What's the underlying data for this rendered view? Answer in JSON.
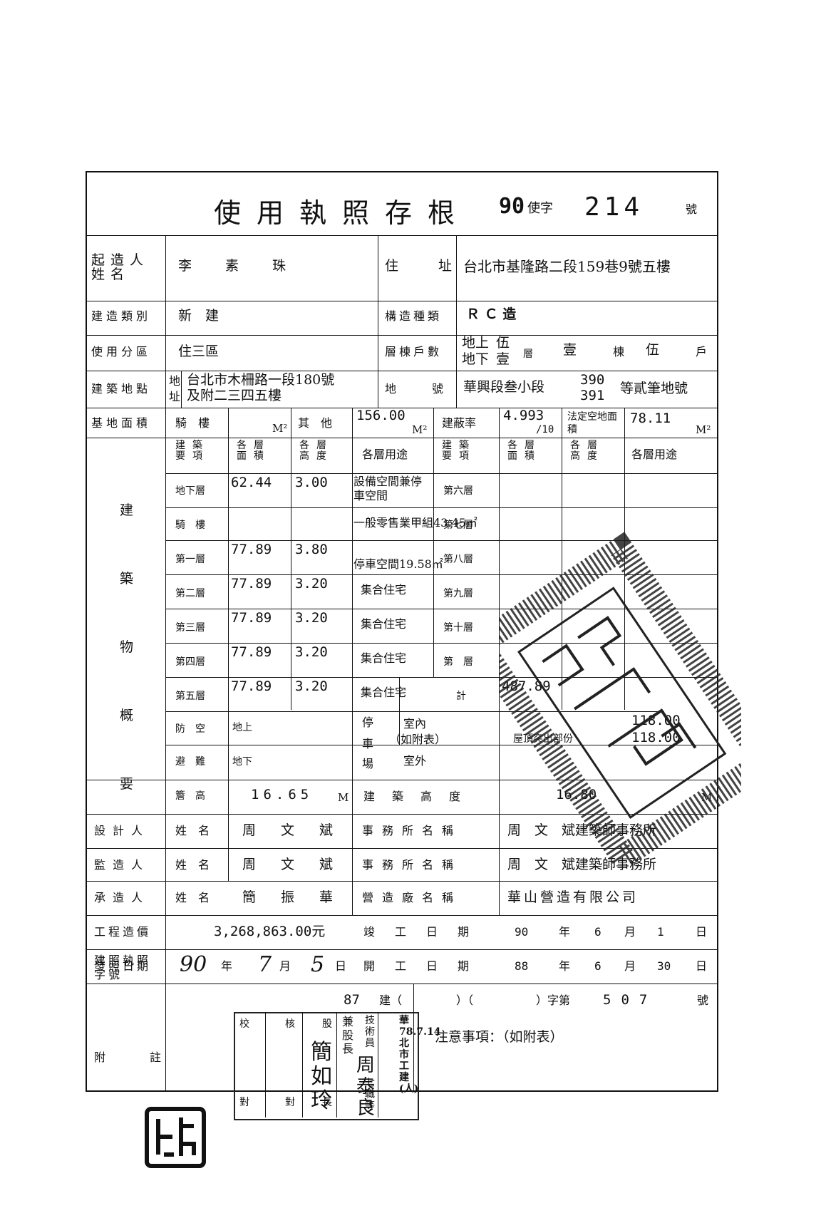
{
  "title": "使用執照存根",
  "permit_year": "90",
  "permit_char": "使字",
  "permit_no": "214",
  "permit_suffix": "號",
  "applicant": {
    "label": "起造人姓名",
    "name": "李　素　珠",
    "addr_label": "住　　址",
    "address": "台北市基隆路二段159巷9號五樓"
  },
  "build_type": {
    "label": "建造類別",
    "value": "新　建",
    "struct_label": "構造種類",
    "struct_value": "Ｒ Ｃ 造"
  },
  "zoning": {
    "label": "使用分區",
    "value": "住三區",
    "floors_label": "層棟戶數",
    "above": "地上",
    "above_n": "伍",
    "below": "地下",
    "below_n": "壹",
    "floor_unit": "層",
    "building_n": "壹",
    "building_unit": "棟",
    "household_n": "伍",
    "household_unit": "戶"
  },
  "location": {
    "label": "建築地點",
    "addr_tag": "地址",
    "address_l1": "台北市木柵路一段180號",
    "address_l2": "及附二三四五樓",
    "lot_label": "地　　號",
    "lot_text": "華興段叁小段",
    "lot_no1": "390",
    "lot_no2": "391",
    "lot_suffix": "等貳筆地號"
  },
  "site": {
    "label": "基地面積",
    "arcade": "騎　樓",
    "other": "其　他",
    "other_val": "156.00",
    "coverage_label": "建蔽率",
    "coverage_val": "4.993",
    "coverage_den": "/10",
    "open_label": "法定空地面積",
    "open_val": "78.11",
    "unit_m2": "M²"
  },
  "floors_header": {
    "item": "建築要項",
    "area": "各層面積",
    "height": "各層高度",
    "use": "各層用途"
  },
  "side_label": "建築物概要",
  "floors_left": [
    {
      "name": "地下層",
      "area": "62.44",
      "height": "3.00",
      "use": "設備空間兼停車空間"
    },
    {
      "name": "騎　樓",
      "area": "",
      "height": "",
      "use": "一般零售業甲組43.45㎡"
    },
    {
      "name": "第一層",
      "area": "77.89",
      "height": "3.80",
      "use": "停車空間19.58㎡"
    },
    {
      "name": "第二層",
      "area": "77.89",
      "height": "3.20",
      "use": "集合住宅"
    },
    {
      "name": "第三層",
      "area": "77.89",
      "height": "3.20",
      "use": "集合住宅"
    },
    {
      "name": "第四層",
      "area": "77.89",
      "height": "3.20",
      "use": "集合住宅"
    },
    {
      "name": "第五層",
      "area": "77.89",
      "height": "3.20",
      "use": "集合住宅"
    }
  ],
  "floors_right": [
    "第六層",
    "第七層",
    "第八層",
    "第九層",
    "第十層",
    "第　層",
    "計"
  ],
  "right_total": "487.89",
  "shelter": {
    "label1": "防　空",
    "label2": "避　難",
    "above": "地上",
    "below": "地下",
    "park1": "停",
    "park2": "車",
    "park3": "場",
    "indoor": "室內",
    "indoor_note": "（如附表）",
    "outdoor": "室外",
    "roof1": "118.00",
    "roof2": "118.00",
    "roof_label": "屋頂突出部份"
  },
  "eave": {
    "label": "簷　高",
    "value": "16.65",
    "unit": "M",
    "bh_label": "建　築　高　度",
    "bh_value": "16.80",
    "bh_unit": "M"
  },
  "designer": {
    "role": "設計人",
    "name_label": "姓　名",
    "name": "周　文　斌",
    "office_label": "事務所名稱",
    "office": "周　文　斌建築師事務所"
  },
  "supervisor": {
    "role": "監造人",
    "name_label": "姓　名",
    "name": "周　文　斌",
    "office_label": "事務所名稱",
    "office": "周　文　斌建築師事務所"
  },
  "contractor": {
    "role": "承造人",
    "name_label": "姓　名",
    "name": "簡　振　華",
    "firm_label": "營造廠名稱",
    "firm": "華山營造有限公司"
  },
  "cost": {
    "label": "工程造價",
    "value": "3,268,863.00元",
    "done_label": "竣　工　日　期",
    "done_y": "90",
    "done_m": "6",
    "done_d": "1"
  },
  "issue": {
    "label": "發照日期",
    "y": "90",
    "m": "7",
    "d": "5",
    "start_label": "開　工　日　期",
    "start_y": "88",
    "start_m": "6",
    "start_d": "30"
  },
  "date_units": {
    "y": "年",
    "m": "月",
    "d": "日"
  },
  "bp": {
    "label": "建照執照字號",
    "prefix": "87",
    "mid1": "建（",
    "mid2": "）（",
    "mid3": "）字第",
    "no": "507",
    "suffix": "號"
  },
  "notes": {
    "label": "附　　註",
    "text": "注意事項：（如附表）"
  },
  "sign": {
    "check": "校",
    "check2": "對",
    "verify": "核",
    "verify2": "對",
    "sect": "股",
    "sect2": "長",
    "name1": "簡如玲",
    "name2": "周泰良",
    "col1": "兼股長",
    "col2": "技術員",
    "col3": "七職等",
    "side": "華78.7.14北市工建(人)"
  }
}
